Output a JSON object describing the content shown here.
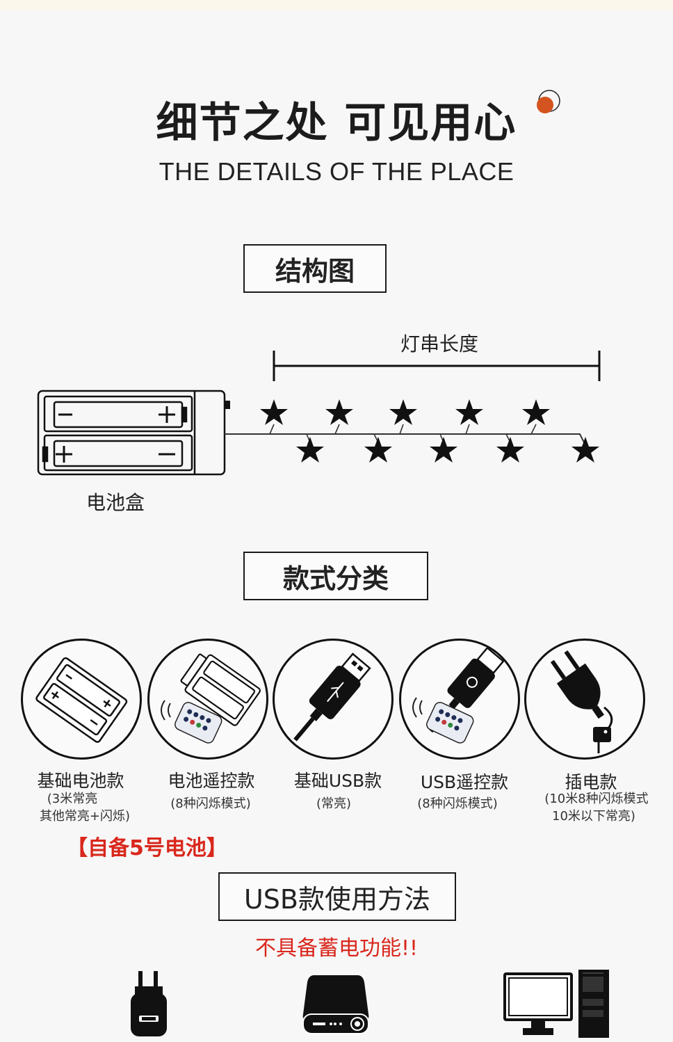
{
  "header": {
    "title": "细节之处 可见用心",
    "subtitle": "THE DETAILS OF THE PLACE",
    "accent_color": "#d4541f"
  },
  "structure": {
    "heading": "结构图",
    "length_label": "灯串长度",
    "battery_label": "电池盒"
  },
  "styles": {
    "heading": "款式分类",
    "items": [
      {
        "name": "基础电池款",
        "desc_line1": "(3米常亮",
        "desc_line2": "其他常亮+闪烁)",
        "icon": "battery-holder-icon"
      },
      {
        "name": "电池遥控款",
        "desc_line1": "(8种闪烁模式)",
        "desc_line2": "",
        "icon": "battery-remote-icon"
      },
      {
        "name": "基础USB款",
        "desc_line1": "(常亮)",
        "desc_line2": "",
        "icon": "usb-plug-icon"
      },
      {
        "name": "USB遥控款",
        "desc_line1": "(8种闪烁模式)",
        "desc_line2": "",
        "icon": "usb-remote-icon"
      },
      {
        "name": "插电款",
        "desc_line1": "(10米8种闪烁模式",
        "desc_line2": "10米以下常亮)",
        "icon": "power-plug-icon"
      }
    ],
    "battery_note": "【自备5号电池】"
  },
  "usb_usage": {
    "heading": "USB款使用方法",
    "warning": "不具备蓄电功能!!",
    "icons": [
      "wall-charger-icon",
      "power-bank-icon",
      "computer-icon"
    ],
    "warning_color": "#d9271c"
  }
}
